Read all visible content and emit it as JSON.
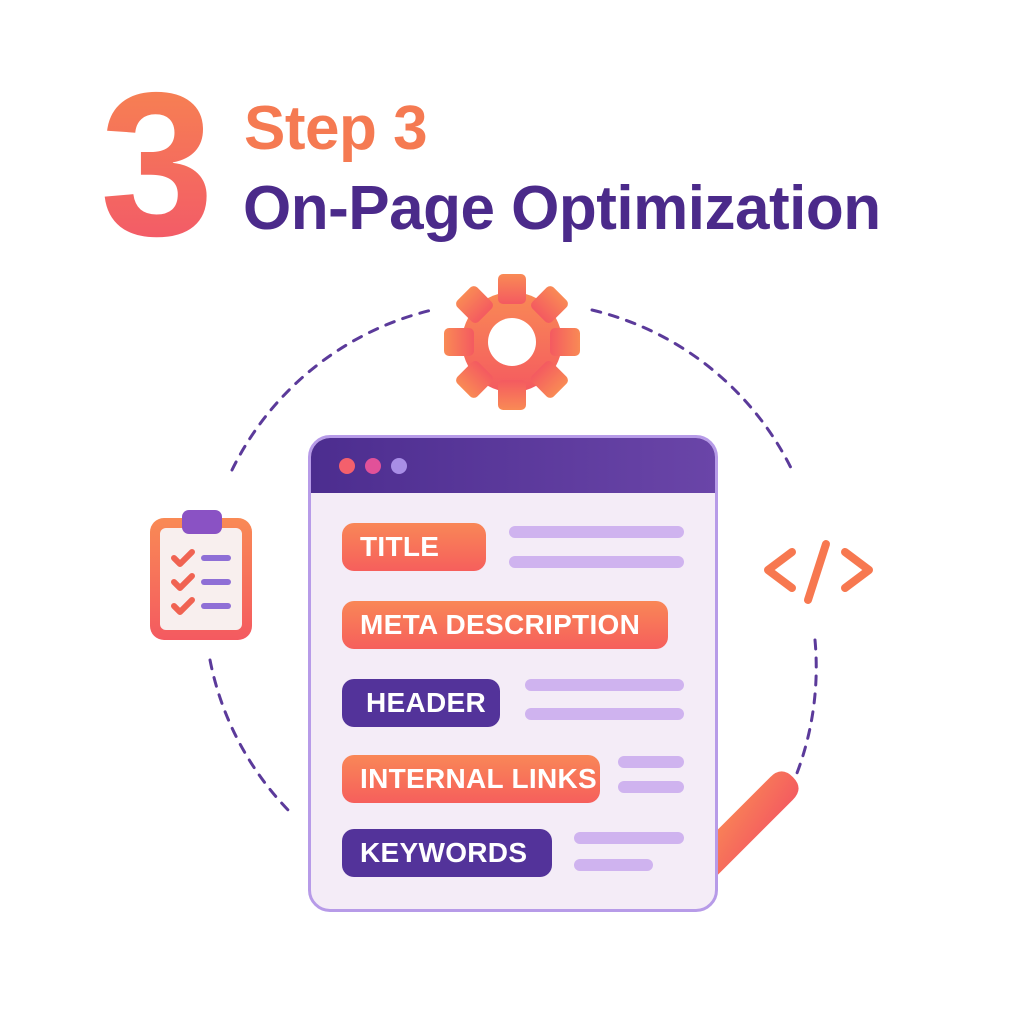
{
  "header": {
    "number": "3",
    "step_label": "Step 3",
    "title": "On-Page Optimization"
  },
  "icons": {
    "top": "gear-icon",
    "left": "clipboard-checklist-icon",
    "right": "code-brackets-icon",
    "bottom_right": "pencil-icon"
  },
  "browser_window": {
    "dots": [
      "#f4606c",
      "#e25199",
      "#a88ee6"
    ],
    "items": [
      {
        "label": "TITLE",
        "color": "orange"
      },
      {
        "label": "META DESCRIPTION",
        "color": "orange"
      },
      {
        "label": "HEADER",
        "color": "purple"
      },
      {
        "label": "INTERNAL LINKS",
        "color": "orange"
      },
      {
        "label": "KEYWORDS",
        "color": "purple"
      }
    ]
  },
  "colors": {
    "orange": "#f7794f",
    "coral": "#f2556b",
    "purple": "#4b2a8a",
    "lavender": "#cfb3ef"
  }
}
